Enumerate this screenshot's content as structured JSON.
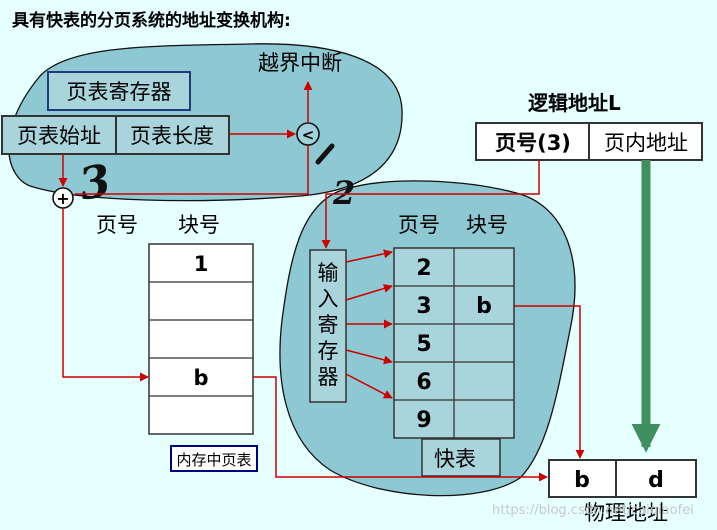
{
  "title": "具有快表的分页系统的地址变换机构:",
  "interrupt_label": "越界中断",
  "page_table_register": {
    "title": "页表寄存器",
    "start_label": "页表始址",
    "length_label": "页表长度"
  },
  "compare_symbol": "<",
  "add_symbol": "+",
  "step_marks": [
    "3",
    "2"
  ],
  "logical_address": {
    "label": "逻辑地址L",
    "page_field": "页号(3)",
    "offset_field": "页内地址"
  },
  "memory_page_table": {
    "header_page": "页号",
    "header_block": "块号",
    "rows": [
      "1",
      "",
      "",
      "b",
      ""
    ],
    "caption": "内存中页表"
  },
  "input_register": {
    "label": "输入寄存器"
  },
  "tlb": {
    "header_page": "页号",
    "header_block": "块号",
    "rows": [
      {
        "page": "2",
        "block": ""
      },
      {
        "page": "3",
        "block": "b"
      },
      {
        "page": "5",
        "block": ""
      },
      {
        "page": "6",
        "block": ""
      },
      {
        "page": "9",
        "block": ""
      }
    ],
    "caption": "快表"
  },
  "physical_address": {
    "block": "b",
    "offset": "d",
    "label": "物理地址"
  },
  "watermark": "https://blog.csdn.net/caiqiaofei",
  "colors": {
    "background": "#e6ffff",
    "blob_fill": "#8ec8d2",
    "line_red": "#cc0000",
    "box_border": "#333333",
    "arrow_green": "#3f8f5f",
    "caption_border": "#000080"
  }
}
